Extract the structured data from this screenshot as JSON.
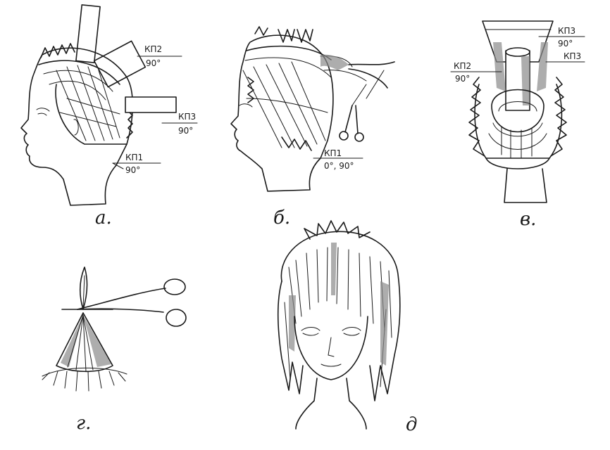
{
  "panels": [
    {
      "caption": "а.",
      "labels": [
        {
          "name": "КП2",
          "angle": "90°"
        },
        {
          "name": "КП3",
          "angle": "90°"
        },
        {
          "name": "КП1",
          "angle": "90°"
        }
      ]
    },
    {
      "caption": "б.",
      "labels": [
        {
          "name": "КП1",
          "angle": "0°, 90°"
        }
      ]
    },
    {
      "caption": "в.",
      "labels": [
        {
          "name": "КП3",
          "angle": "90°"
        },
        {
          "name": "КП2",
          "angle": "90°"
        },
        {
          "name": "КП3",
          "angle": ""
        }
      ]
    },
    {
      "caption": "г.",
      "labels": []
    },
    {
      "caption": "д",
      "labels": []
    }
  ]
}
